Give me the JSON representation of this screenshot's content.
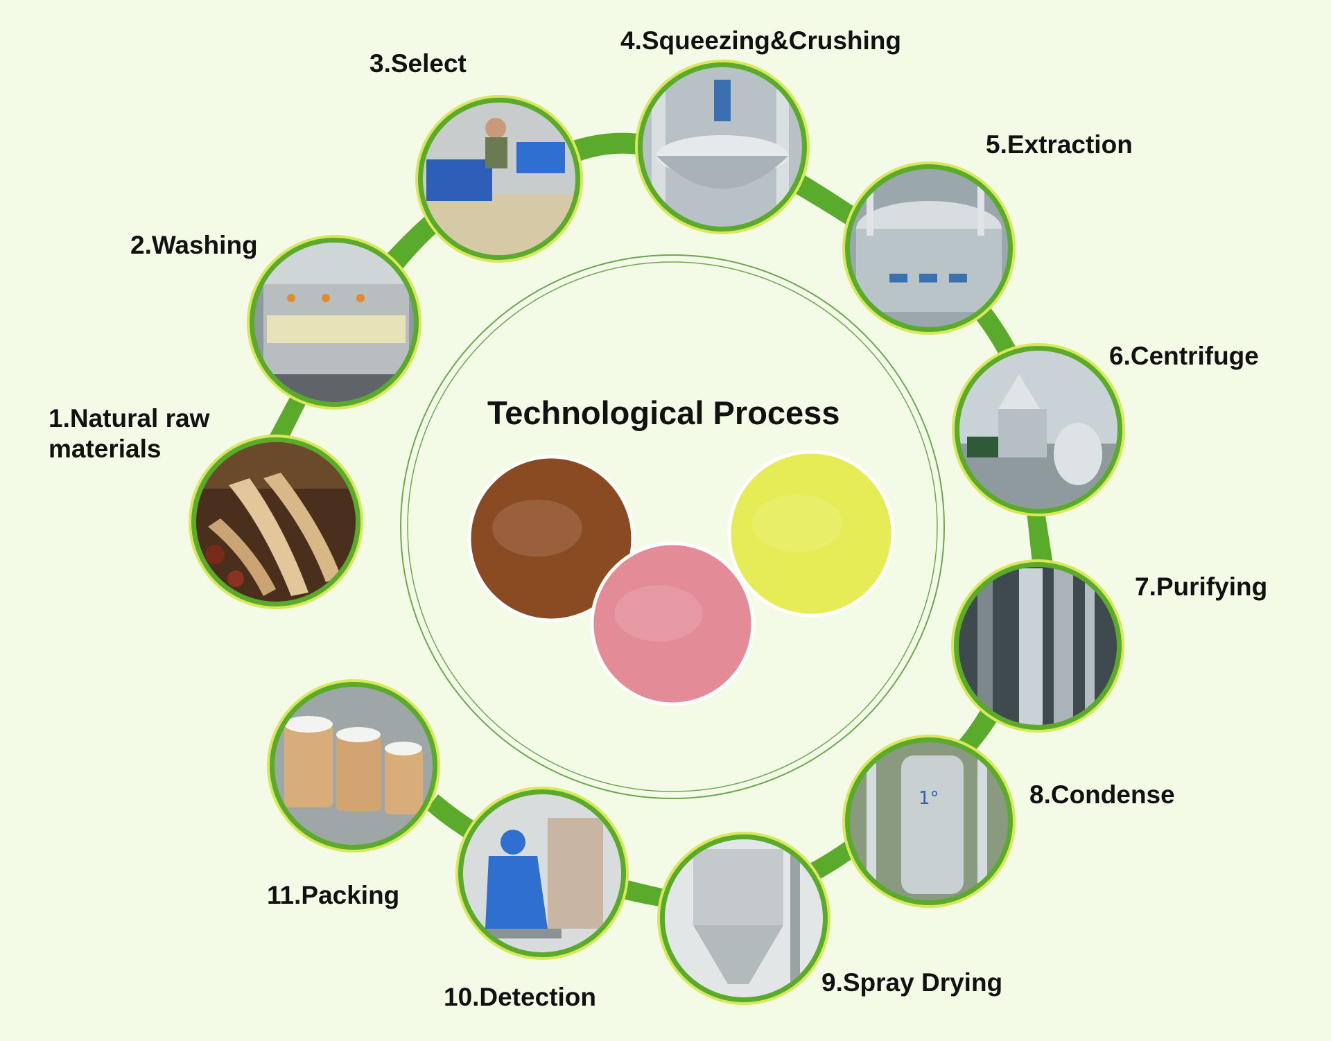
{
  "title": "Technological Process",
  "steps": [
    {
      "label": "1.Natural raw materials",
      "line1": "1.Natural raw",
      "line2": "materials",
      "photo": "ginseng-roots"
    },
    {
      "label": "2.Washing",
      "photo": "washing-machine"
    },
    {
      "label": "3.Select",
      "photo": "worker-sorting-baskets"
    },
    {
      "label": "4.Squeezing&Crushing",
      "photo": "steel-crushing-tank"
    },
    {
      "label": "5.Extraction",
      "photo": "extraction-tank"
    },
    {
      "label": "6.Centrifuge",
      "photo": "centrifuge-machine"
    },
    {
      "label": "7.Purifying",
      "photo": "purifying-columns"
    },
    {
      "label": "8.Condense",
      "photo": "condenser-tank"
    },
    {
      "label": "9.Spray Drying",
      "photo": "spray-dryer"
    },
    {
      "label": "10.Detection",
      "photo": "lab-technician"
    },
    {
      "label": "11.Packing",
      "photo": "fiber-drums"
    }
  ],
  "products": [
    {
      "name": "brown-powder",
      "color": "#8a4a22"
    },
    {
      "name": "pink-powder",
      "color": "#e38b97"
    },
    {
      "name": "yellow-powder",
      "color": "#e6ec55"
    }
  ],
  "colors": {
    "background": "#f3fbe6",
    "connector": "#5aaa2b",
    "ring": "#d8e85a",
    "inner_circle": "#6aa84f"
  }
}
